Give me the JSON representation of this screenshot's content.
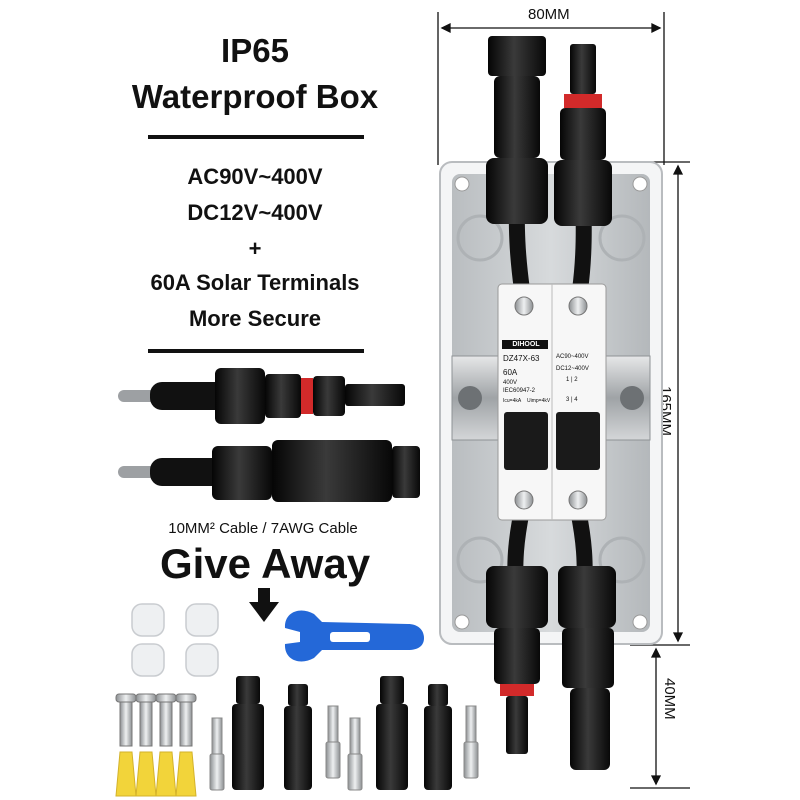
{
  "headline": {
    "line1": "IP65",
    "line2": "Waterproof Box"
  },
  "specs": {
    "ac": "AC90V~400V",
    "dc": "DC12V~400V",
    "plus": "+",
    "terminals": "60A Solar Terminals",
    "secure": "More Secure"
  },
  "cable_caption": "10MM² Cable / 7AWG Cable",
  "giveaway": {
    "title": "Give Away",
    "arrow_icon": "down-arrow-icon"
  },
  "dimensions": {
    "width": "80MM",
    "height": "165MM",
    "connector": "40MM"
  },
  "breaker": {
    "brand": "DIHOOL",
    "model": "DZ47X-63",
    "rating": "60A",
    "voltage": "400V",
    "standard": "IEC60947-2",
    "ac_range": "AC90~400V",
    "dc_range": "DC12~400V",
    "poles_top": "1 | 2",
    "poles_bottom": "3 | 4",
    "small_text": "Icu=4kA",
    "uimp": "Uimp=4kV"
  },
  "colors": {
    "black": "#111111",
    "box_grey": "#cfd2d4",
    "wrench_blue": "#2468d8",
    "plug_yellow": "#f2d43a",
    "seal_white": "#eef0f2",
    "red_ring": "#d22a2a"
  }
}
